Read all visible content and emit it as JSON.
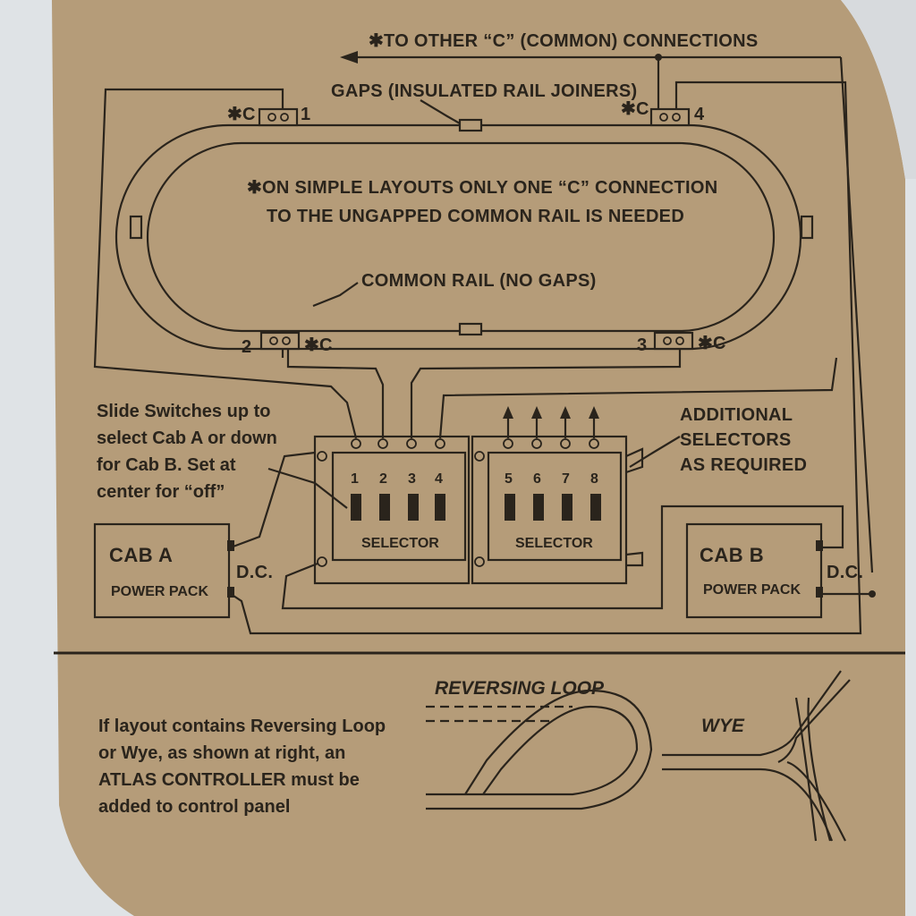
{
  "colors": {
    "card": "#b59c79",
    "ink": "#2a241c",
    "background": "#dfe3e6"
  },
  "top": {
    "other_c": "✱TO OTHER “C” (COMMON) CONNECTIONS",
    "gaps": "GAPS (INSULATED RAIL JOINERS)",
    "note_line1": "✱ON SIMPLE LAYOUTS ONLY ONE “C” CONNECTION",
    "note_line2": "TO THE UNGAPPED COMMON RAIL IS NEEDED",
    "common_rail": "COMMON RAIL (NO GAPS)"
  },
  "blocks": {
    "c_mark": "✱C",
    "b1": "1",
    "b2": "2",
    "b3": "3",
    "b4": "4"
  },
  "instructions": {
    "line1": "Slide Switches up to",
    "line2": "select Cab A or down",
    "line3": "for Cab B. Set at",
    "line4": "center for “off”"
  },
  "additional": {
    "line1": "ADDITIONAL",
    "line2": "SELECTORS",
    "line3": "AS REQUIRED"
  },
  "selectors": {
    "left": {
      "label": "SELECTOR",
      "numbers": [
        "1",
        "2",
        "3",
        "4"
      ]
    },
    "right": {
      "label": "SELECTOR",
      "numbers": [
        "5",
        "6",
        "7",
        "8"
      ]
    }
  },
  "cab_a": {
    "title": "CAB A",
    "subtitle": "POWER PACK",
    "dc": "D.C."
  },
  "cab_b": {
    "title": "CAB B",
    "subtitle": "POWER PACK",
    "dc": "D.C."
  },
  "bottom": {
    "reversing_loop": "REVERSING LOOP",
    "wye": "WYE",
    "text_line1": "If layout contains Reversing Loop",
    "text_line2": "or Wye, as shown at right, an",
    "text_line3": "ATLAS CONTROLLER must be",
    "text_line4": "added to control panel"
  }
}
